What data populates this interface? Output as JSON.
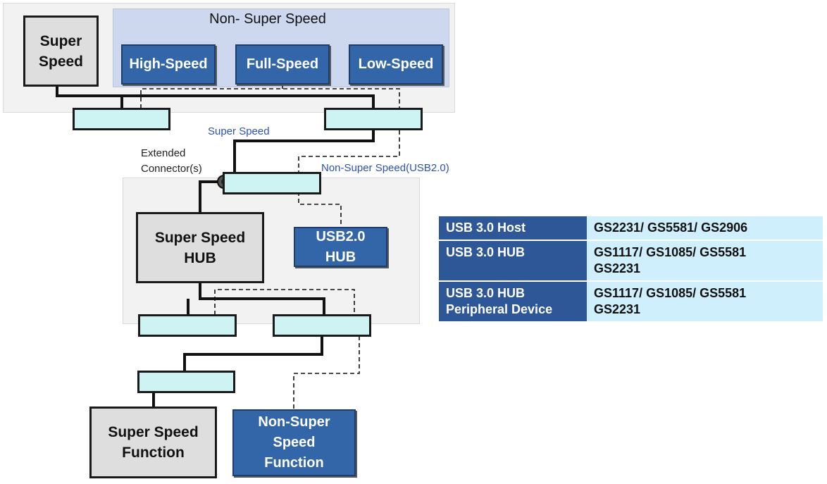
{
  "diagram": {
    "non_super_speed_title": "Non- Super Speed",
    "host_super_speed": "Super\nSpeed",
    "host_high_speed": "High-Speed",
    "host_full_speed": "Full-Speed",
    "host_low_speed": "Low-Speed",
    "super_speed_label": "Super Speed",
    "extended_connector_label": "Extended\nConnector(s)",
    "non_super_speed_usb2_label": "Non-Super Speed(USB2.0)",
    "super_speed_hub": "Super Speed\nHUB",
    "usb2_hub": "USB2.0\nHUB",
    "super_speed_function": "Super Speed\nFunction",
    "non_super_speed_function": "Non-Super\nSpeed\nFunction"
  },
  "products": [
    {
      "category": "USB  3.0 Host",
      "models": "GS2231/ GS5581/ GS2906"
    },
    {
      "category": "USB  3.0 HUB",
      "models": "GS1117/ GS1085/ GS5581\nGS2231"
    },
    {
      "category": "USB  3.0 HUB\nPeripheral Device",
      "models": "GS1117/ GS1085/ GS5581\nGS2231"
    }
  ],
  "colors": {
    "super_speed_box": "#dedede",
    "non_super_speed_box": "#3366a8",
    "port": "#cdf3f3",
    "table_header": "#2d5797",
    "table_cell": "#cfeffc",
    "label_blue": "#2a52b8"
  }
}
